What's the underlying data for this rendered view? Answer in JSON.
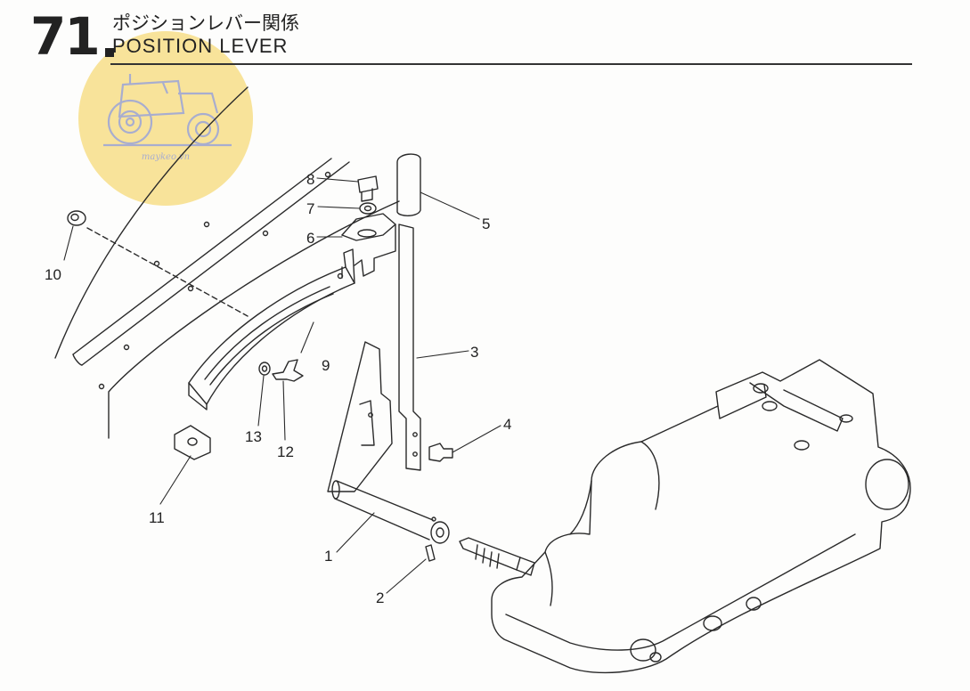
{
  "header": {
    "section_number": "71",
    "title_jp": "ポジションレバー関係",
    "title_en": "POSITION LEVER"
  },
  "watermark": {
    "text": "maykeo.vn",
    "icon": "tractor-icon",
    "color": "#f8df8a"
  },
  "parts": [
    {
      "id": "1",
      "label": "1"
    },
    {
      "id": "2",
      "label": "2"
    },
    {
      "id": "3",
      "label": "3"
    },
    {
      "id": "4",
      "label": "4"
    },
    {
      "id": "5",
      "label": "5"
    },
    {
      "id": "6",
      "label": "6"
    },
    {
      "id": "7",
      "label": "7"
    },
    {
      "id": "8",
      "label": "8"
    },
    {
      "id": "9",
      "label": "9"
    },
    {
      "id": "10",
      "label": "10"
    },
    {
      "id": "11",
      "label": "11"
    },
    {
      "id": "12",
      "label": "12"
    },
    {
      "id": "13",
      "label": "13"
    }
  ]
}
